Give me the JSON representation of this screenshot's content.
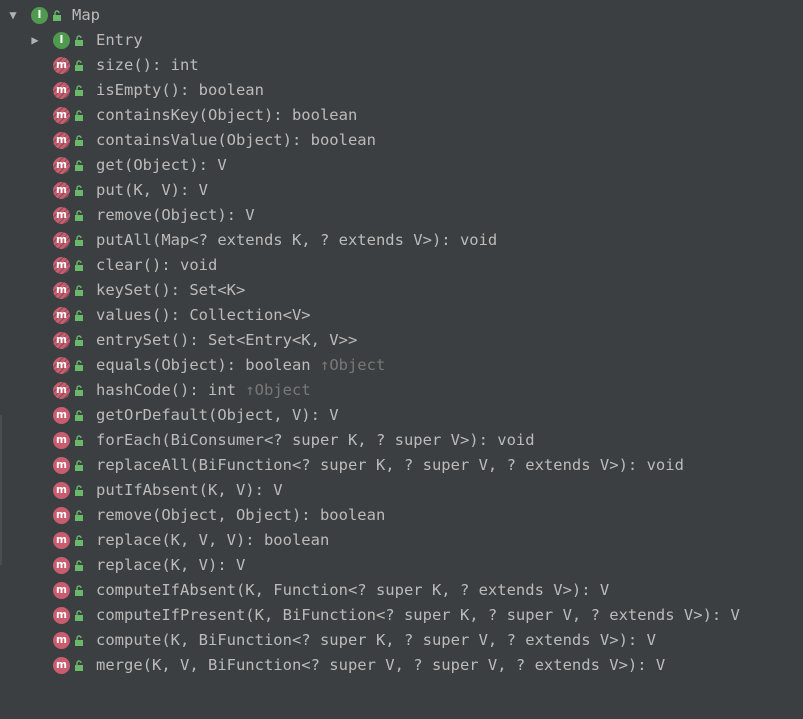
{
  "colors": {
    "background": "#3c3f41",
    "text": "#bbbbbb",
    "inherited_text": "#787878",
    "method_badge": "#c95d6f",
    "interface_badge": "#4f9a4f",
    "lock_icon": "#6ab86a"
  },
  "icons": {
    "method": "method-m-icon",
    "abstract_method": "abstract-method-m-icon",
    "interface": "interface-i-icon",
    "visibility": "public-lock-icon",
    "expanded": "expand-arrow-down-icon",
    "collapsed": "collapse-arrow-right-icon"
  },
  "tree": {
    "root": {
      "badge_letter": "I",
      "label": "Map",
      "expanded": true
    },
    "children": [
      {
        "kind": "interface",
        "badge_letter": "I",
        "label": "Entry",
        "expandable": true,
        "inherited": ""
      },
      {
        "kind": "abstract",
        "badge_letter": "m",
        "label": "size(): int",
        "inherited": ""
      },
      {
        "kind": "abstract",
        "badge_letter": "m",
        "label": "isEmpty(): boolean",
        "inherited": ""
      },
      {
        "kind": "abstract",
        "badge_letter": "m",
        "label": "containsKey(Object): boolean",
        "inherited": ""
      },
      {
        "kind": "abstract",
        "badge_letter": "m",
        "label": "containsValue(Object): boolean",
        "inherited": ""
      },
      {
        "kind": "abstract",
        "badge_letter": "m",
        "label": "get(Object): V",
        "inherited": ""
      },
      {
        "kind": "abstract",
        "badge_letter": "m",
        "label": "put(K, V): V",
        "inherited": ""
      },
      {
        "kind": "abstract",
        "badge_letter": "m",
        "label": "remove(Object): V",
        "inherited": ""
      },
      {
        "kind": "abstract",
        "badge_letter": "m",
        "label": "putAll(Map<? extends K, ? extends V>): void",
        "inherited": ""
      },
      {
        "kind": "abstract",
        "badge_letter": "m",
        "label": "clear(): void",
        "inherited": ""
      },
      {
        "kind": "abstract",
        "badge_letter": "m",
        "label": "keySet(): Set<K>",
        "inherited": ""
      },
      {
        "kind": "abstract",
        "badge_letter": "m",
        "label": "values(): Collection<V>",
        "inherited": ""
      },
      {
        "kind": "abstract",
        "badge_letter": "m",
        "label": "entrySet(): Set<Entry<K, V>>",
        "inherited": ""
      },
      {
        "kind": "abstract",
        "badge_letter": "m",
        "label": "equals(Object): boolean",
        "inherited": "↑Object"
      },
      {
        "kind": "abstract",
        "badge_letter": "m",
        "label": "hashCode(): int",
        "inherited": "↑Object"
      },
      {
        "kind": "method",
        "badge_letter": "m",
        "label": "getOrDefault(Object, V): V",
        "inherited": ""
      },
      {
        "kind": "method",
        "badge_letter": "m",
        "label": "forEach(BiConsumer<? super K, ? super V>): void",
        "inherited": ""
      },
      {
        "kind": "method",
        "badge_letter": "m",
        "label": "replaceAll(BiFunction<? super K, ? super V, ? extends V>): void",
        "inherited": ""
      },
      {
        "kind": "method",
        "badge_letter": "m",
        "label": "putIfAbsent(K, V): V",
        "inherited": ""
      },
      {
        "kind": "method",
        "badge_letter": "m",
        "label": "remove(Object, Object): boolean",
        "inherited": ""
      },
      {
        "kind": "method",
        "badge_letter": "m",
        "label": "replace(K, V, V): boolean",
        "inherited": ""
      },
      {
        "kind": "method",
        "badge_letter": "m",
        "label": "replace(K, V): V",
        "inherited": ""
      },
      {
        "kind": "method",
        "badge_letter": "m",
        "label": "computeIfAbsent(K, Function<? super K, ? extends V>): V",
        "inherited": ""
      },
      {
        "kind": "method",
        "badge_letter": "m",
        "label": "computeIfPresent(K, BiFunction<? super K, ? super V, ? extends V>): V",
        "inherited": ""
      },
      {
        "kind": "method",
        "badge_letter": "m",
        "label": "compute(K, BiFunction<? super K, ? super V, ? extends V>): V",
        "inherited": ""
      },
      {
        "kind": "method",
        "badge_letter": "m",
        "label": "merge(K, V, BiFunction<? super V, ? super V, ? extends V>): V",
        "inherited": ""
      }
    ]
  }
}
